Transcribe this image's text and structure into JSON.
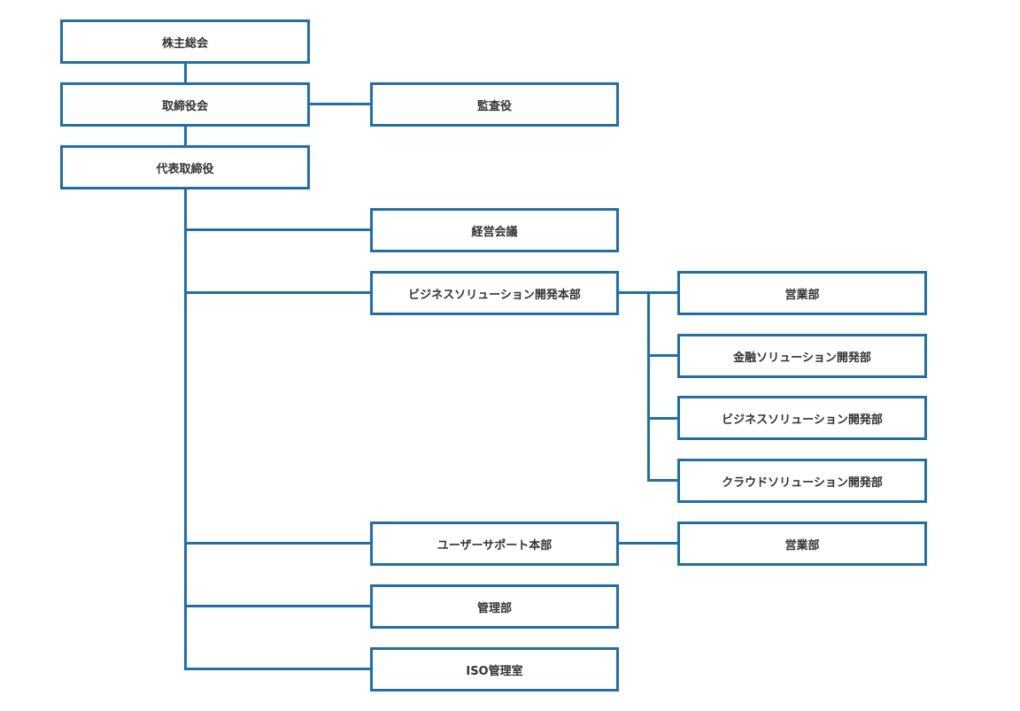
{
  "org": {
    "shareholders": "株主総会",
    "board": "取締役会",
    "auditor": "監査役",
    "president": "代表取締役",
    "management_meeting": "経営会議",
    "business_solution_hq": "ビジネスソリューション開発本部",
    "bs_sales": "営業部",
    "financial_solution": "金融ソリューション開発部",
    "business_solution_dept": "ビジネスソリューション開発部",
    "cloud_solution": "クラウドソリューション開発部",
    "user_support_hq": "ユーザーサポート本部",
    "us_sales": "営業部",
    "admin": "管理部",
    "iso_office": "ISO管理室"
  },
  "colors": {
    "border": "#1f6fae",
    "text": "#333333"
  }
}
